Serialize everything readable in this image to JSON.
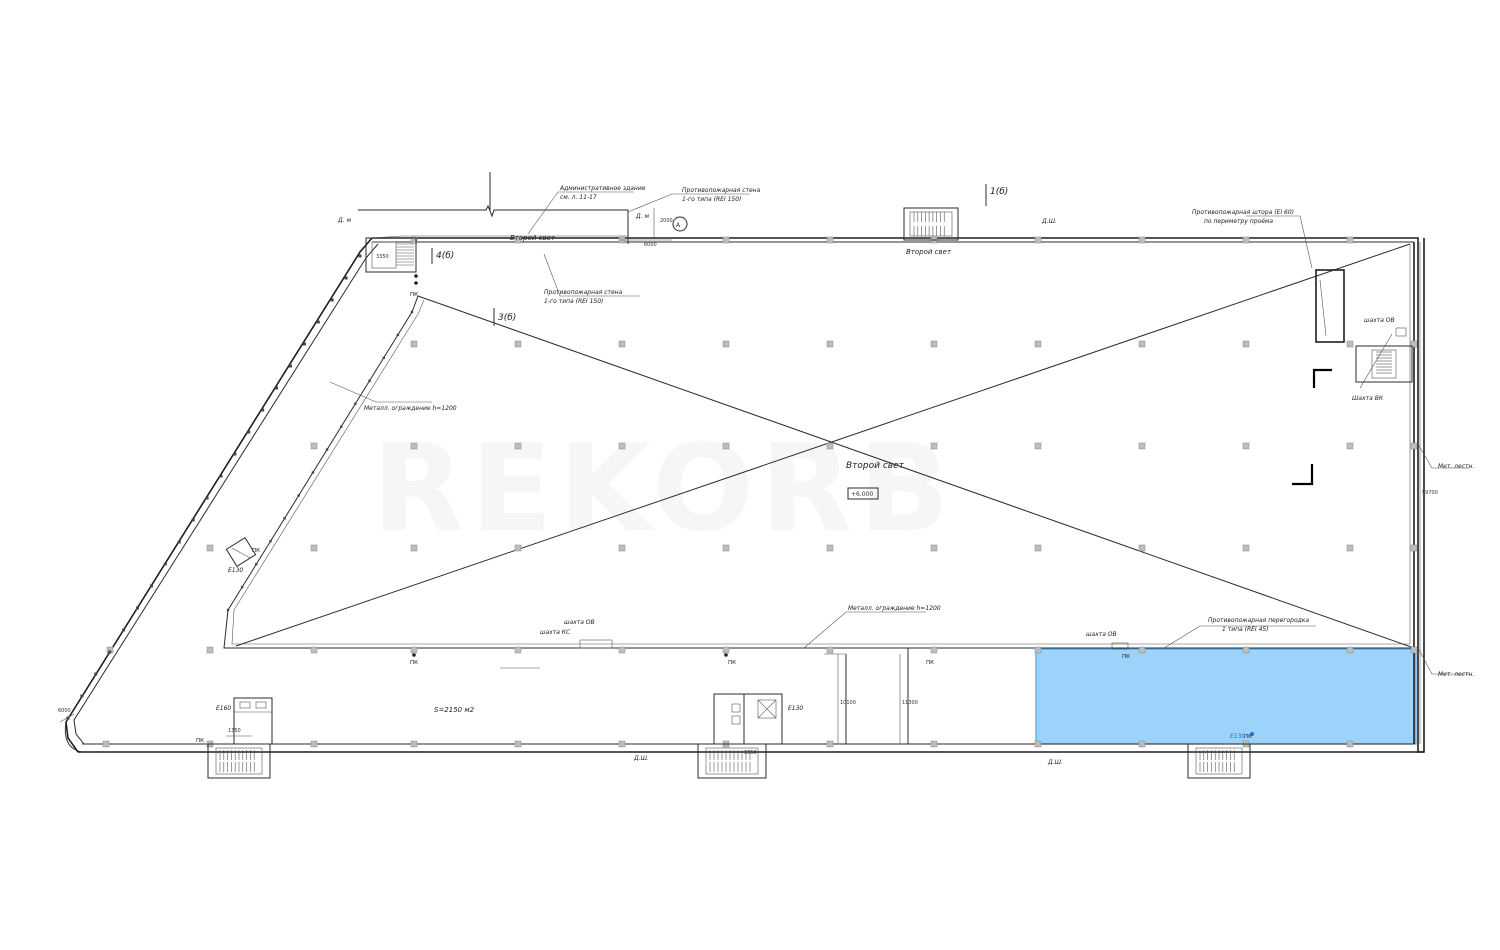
{
  "watermark": "REKORB",
  "colors": {
    "highlight_fill": "#9dd3fb",
    "highlight_stroke": "#4da3e8",
    "line": "#2b2b2b",
    "column": "#bdbdbd"
  },
  "labels": {
    "admin_building_1": "Административное здание",
    "admin_building_2": "см. л. 11-17",
    "firewall_top_1": "Противопожарная стена",
    "firewall_top_2": "1-го типа (REI 150)",
    "firewall_bottom_1": "Противопожарная стена",
    "firewall_bottom_2": "1-го типа (REI 150)",
    "fire_curtain_1": "Противопожарная штора (EI 60)",
    "fire_curtain_2": "по периметру проёма",
    "second_light_top": "Второй свет",
    "second_light_stair": "Второй свет",
    "second_light_center": "Второй свет",
    "elevation": "+6.000",
    "metal_fence_left": "Металл. ограждение h=1200",
    "metal_fence_bottom": "Металл. ограждение h=1200",
    "fire_partition_1": "Противопожарная перегородка",
    "fire_partition_2": "1 типа (REI 45)",
    "shaft_ov_right": "шахта ОВ",
    "shaft_vk": "Шахта ВК",
    "shaft_ov_mid": "шахта ОВ",
    "shaft_ks": "шахта КС",
    "shaft_ov_blue": "шахта ОВ",
    "met_ladder_upper": "Мет. лестн.",
    "met_ladder_lower": "Мет. лестн.",
    "area": "S=2150 м2",
    "pk": "ПК",
    "dsh": "Д.Ш.",
    "dm": "Д. м",
    "e130": "E130",
    "e160": "E160",
    "e130_mid": "E130",
    "e130_blue": "E130",
    "dim_1350": "1350",
    "dim_6000": "6000",
    "dim_2000": "2000",
    "dim_59700": "59700",
    "dim_10100": "10100",
    "dim_11300": "11300",
    "dim_6000_left": "6000",
    "dim_3350": "3350",
    "dim_1550": "1550"
  },
  "axes": {
    "a1": "1(б)",
    "a3": "3(б)",
    "a4": "4(б)",
    "ref": "А"
  }
}
